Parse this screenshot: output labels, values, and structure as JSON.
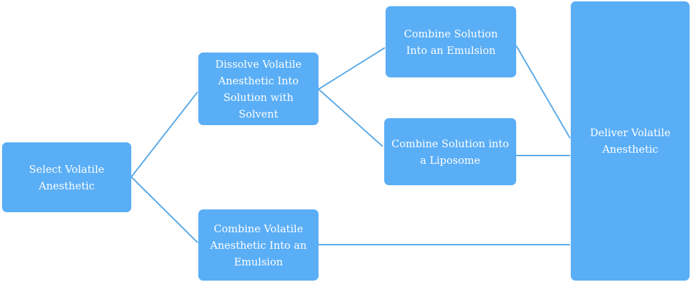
{
  "diagram": {
    "colors": {
      "node_fill": "#5aaef6",
      "connector": "#5aa9e6",
      "text": "#ffffff",
      "background": "#ffffff"
    },
    "nodes": {
      "select": "Select Volatile Anesthetic",
      "dissolve": "Dissolve Volatile Anesthetic Into Solution with Solvent",
      "combine_solution_emulsion": "Combine Solution Into an Emulsion",
      "combine_solution_liposome": "Combine Solution into a Liposome",
      "combine_volatile_emulsion": "Combine Volatile Anesthetic Into an Emulsion",
      "deliver": "Deliver Volatile Anesthetic"
    },
    "edges": [
      {
        "from": "select",
        "to": "dissolve"
      },
      {
        "from": "select",
        "to": "combine_volatile_emulsion"
      },
      {
        "from": "dissolve",
        "to": "combine_solution_emulsion"
      },
      {
        "from": "dissolve",
        "to": "combine_solution_liposome"
      },
      {
        "from": "combine_solution_emulsion",
        "to": "deliver"
      },
      {
        "from": "combine_solution_liposome",
        "to": "deliver"
      },
      {
        "from": "combine_volatile_emulsion",
        "to": "deliver"
      }
    ]
  }
}
